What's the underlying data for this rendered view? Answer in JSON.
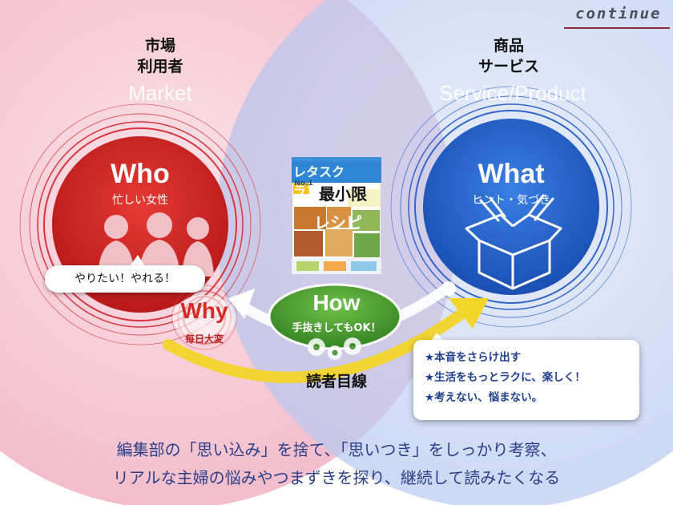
{
  "brand": {
    "logo_text": "continue"
  },
  "market": {
    "heading_line1": "市場",
    "heading_line2": "利用者",
    "english": "Market",
    "circle_title": "Who",
    "circle_subtitle": "忙しい女性",
    "color": "#d42a25"
  },
  "service": {
    "heading_line1": "商品",
    "heading_line2": "サービス",
    "english": "Service/Product",
    "circle_title": "What",
    "circle_subtitle": "ヒント・気づき",
    "color": "#1f5fc9"
  },
  "why": {
    "speech": "やりたい！やれる！",
    "title": "Why",
    "subtitle": "毎日大変"
  },
  "how": {
    "title": "How",
    "subtitle": "手抜きしてもOK！",
    "color": "#3f8f2a"
  },
  "reader_view": "読者目線",
  "magazine": {
    "title": "レタスクラブ",
    "badge": "No.1",
    "headline_top": "最小限",
    "headline_bottom": "レシピ"
  },
  "points": [
    "★本音をさらけ出す",
    "★生活をもっとラクに、楽しく！",
    "★考えない、悩まない。"
  ],
  "footer": {
    "line1": "編集部の「思い込み」を捨て、「思いつき」をしっかり考察、",
    "line2": "リアルな主婦の悩みやつまずきを探り、継続して読みたくなる"
  }
}
